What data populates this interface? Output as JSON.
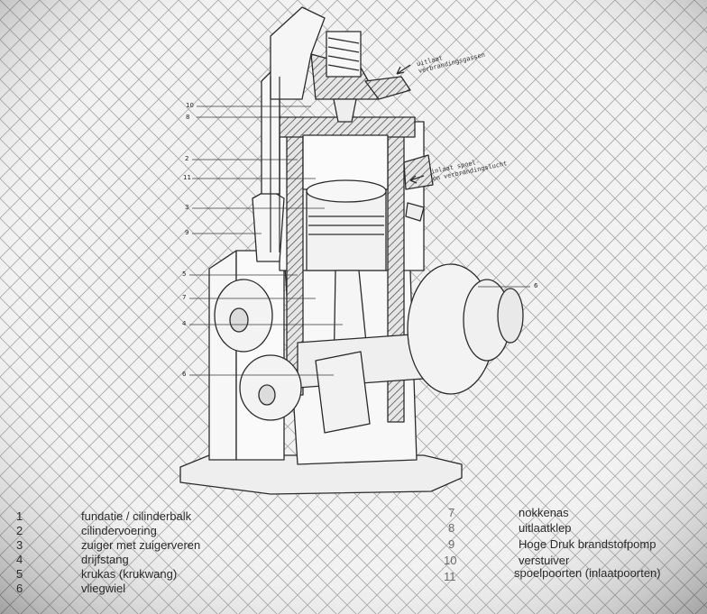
{
  "diagram": {
    "part_numbers": [
      "10",
      "8",
      "2",
      "11",
      "3",
      "9",
      "5",
      "7",
      "4",
      "6",
      "6"
    ],
    "callouts": {
      "exhaust": [
        "uitlaat",
        "verbrandingsgassen"
      ],
      "inlet": [
        "inlaat spoel-",
        "en verbrandingslucht"
      ]
    }
  },
  "legend": {
    "left": [
      {
        "num": "1",
        "text": "fundatie / cilinderbalk"
      },
      {
        "num": "2",
        "text": "cilindervoering"
      },
      {
        "num": "3",
        "text": "zuiger met zuigerveren"
      },
      {
        "num": "4",
        "text": "drijfstang"
      },
      {
        "num": "5",
        "text": "krukas (krukwang)"
      },
      {
        "num": "6",
        "text": "vliegwiel"
      }
    ],
    "right": [
      {
        "num": "7",
        "text": "nokkenas"
      },
      {
        "num": "8",
        "text": "uitlaatklep"
      },
      {
        "num": "9",
        "text": "Hoge Druk brandstofpomp"
      },
      {
        "num": "10",
        "text": "verstuiver"
      },
      {
        "num": "11",
        "text": "spoelpoorten (inlaatpoorten)"
      }
    ]
  }
}
